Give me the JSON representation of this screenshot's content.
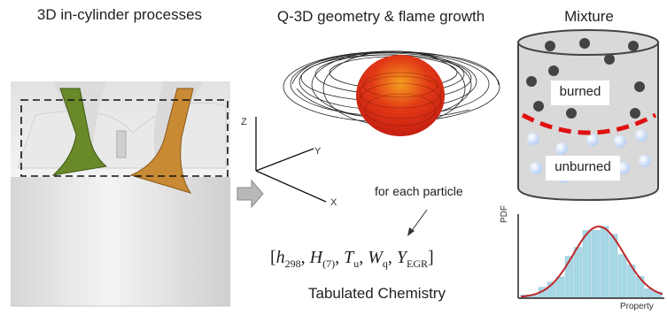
{
  "titles": {
    "left": "3D in-cylinder processes",
    "middle": "Q-3D geometry & flame growth",
    "right": "Mixture"
  },
  "mixture": {
    "burned": "burned",
    "unburned": "unburned"
  },
  "axes": {
    "z": "Z",
    "y": "Y",
    "x": "X"
  },
  "particle_note": "for each particle",
  "tabulated": "Tabulated Chemistry",
  "formula": {
    "open": "[",
    "h": "h",
    "h_sub": "298",
    "H": "H",
    "H_sub": "(7)",
    "T": "T",
    "T_sub": "u",
    "W": "W",
    "W_sub": "q",
    "Y": "Y",
    "Y_sub": "EGR",
    "close": "]"
  },
  "pdf_plot": {
    "ylabel": "PDF",
    "xlabel": "Property"
  },
  "colors": {
    "flame": "#d62515",
    "valve_green": "#6a8a2a",
    "valve_orange": "#c98a35",
    "divider": "#e01010",
    "hist": "#a8d8e6",
    "fit": "#c0282c"
  }
}
